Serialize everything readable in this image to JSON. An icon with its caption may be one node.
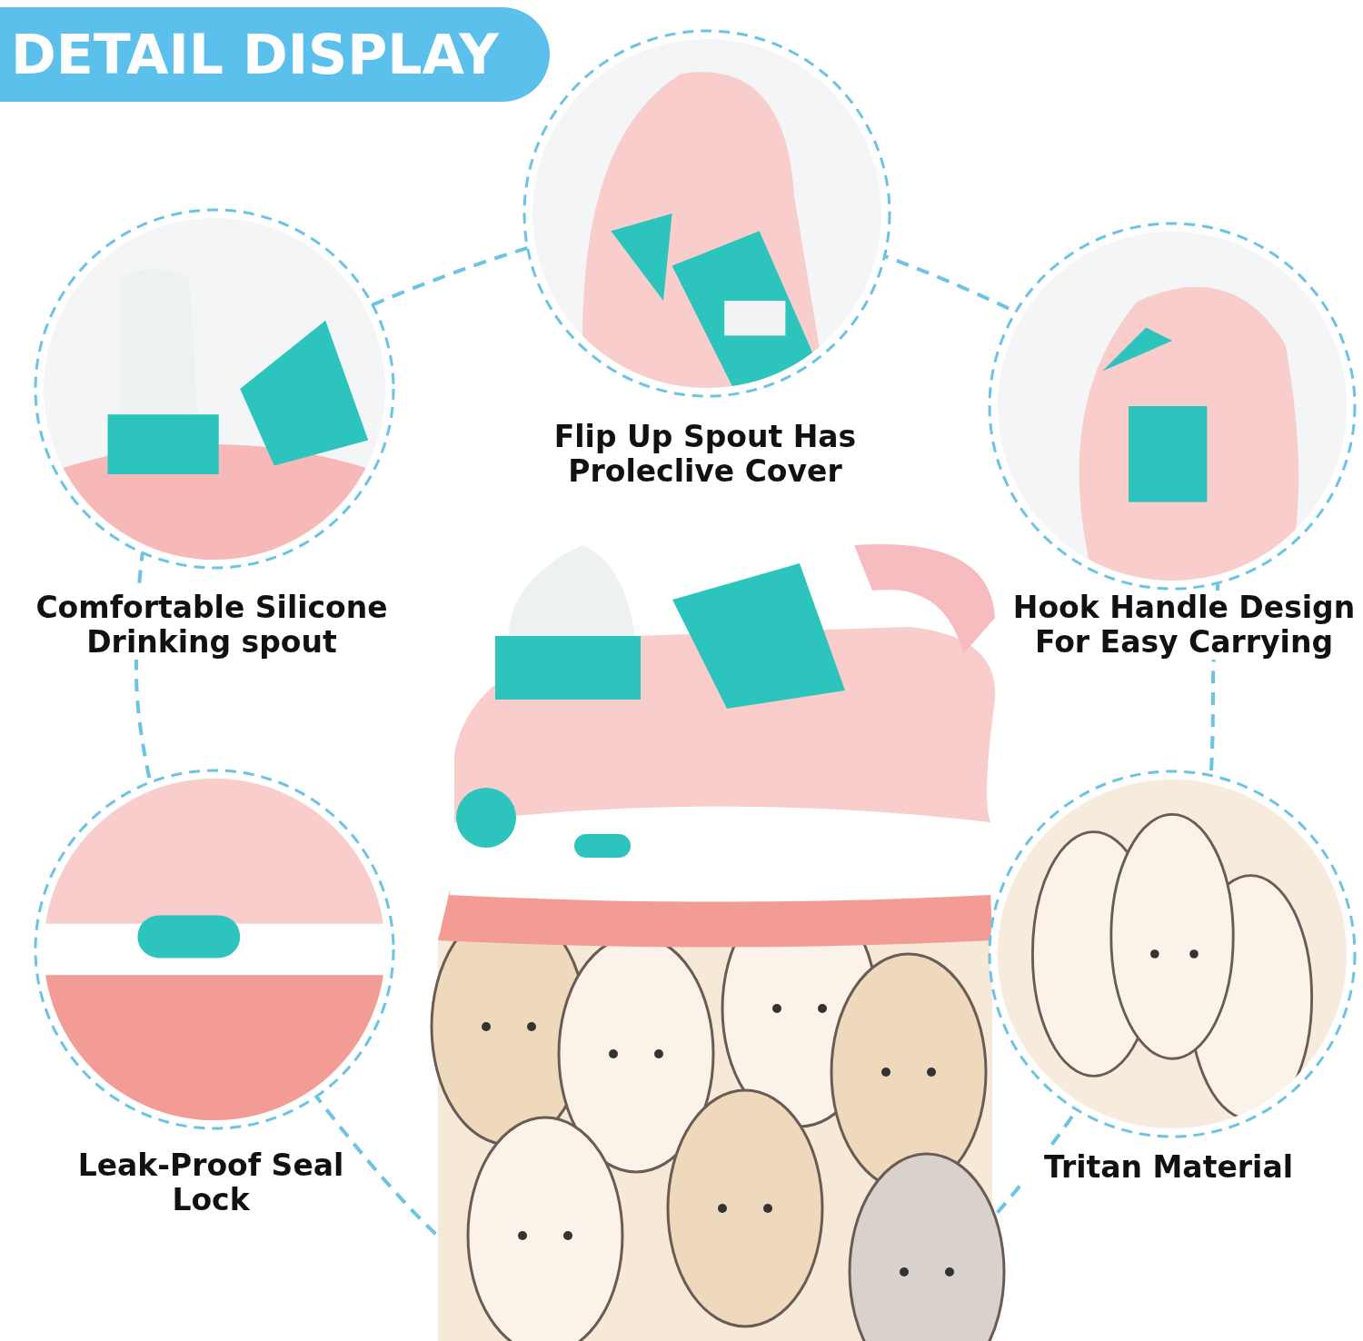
{
  "diagram": {
    "title": "DETAIL DISPLAY",
    "nodes": [
      {
        "text": [],
        "shape": "picture",
        "beside": [
          "Comfortable Silicone Drinking spout"
        ]
      },
      {
        "text": [],
        "shape": "picture",
        "beside": [
          "Flip Up Spout Has Proleclive Cover"
        ]
      },
      {
        "text": [],
        "shape": "picture",
        "beside": [
          "Hook Handle Design For Easy Carrying"
        ]
      },
      {
        "text": [],
        "shape": "picture",
        "beside": [
          "Leak-Proof Seal Lock"
        ]
      },
      {
        "text": [],
        "shape": "picture",
        "beside": [
          "Tritan Material"
        ]
      }
    ]
  }
}
